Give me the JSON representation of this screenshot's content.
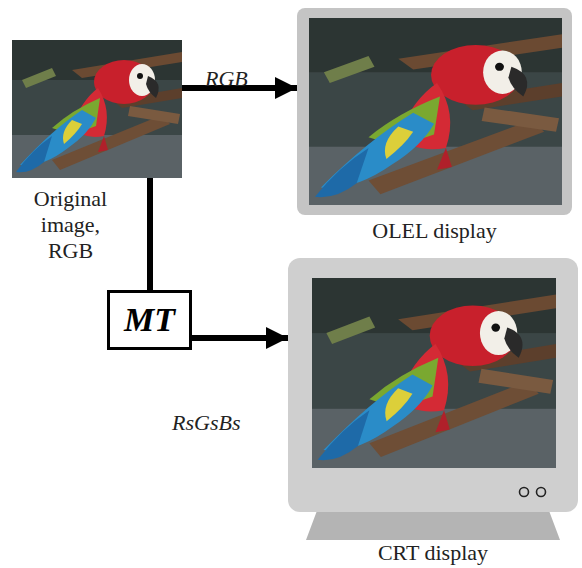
{
  "diagram": {
    "nodes": [
      {
        "text": [
          "Original image, RGB"
        ]
      },
      {
        "text": [
          "OLEL display"
        ]
      },
      {
        "text": [
          "MT"
        ]
      },
      {
        "text": [
          "CRT display"
        ]
      }
    ],
    "edges": [
      {
        "from": 0,
        "to": 1,
        "arrow": "to",
        "label": "RGB"
      },
      {
        "from": 0,
        "to": 2,
        "arrow": "none"
      },
      {
        "from": 2,
        "to": 3,
        "arrow": "to",
        "label": "RsGsBs"
      }
    ]
  }
}
